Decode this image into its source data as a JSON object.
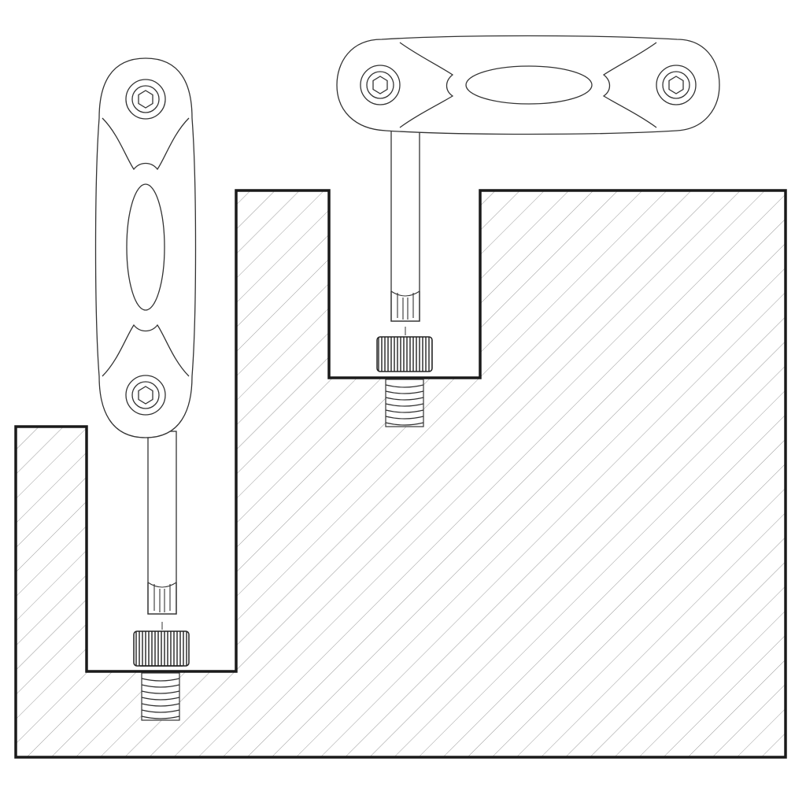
{
  "figure": {
    "description_text": "",
    "colors": {
      "line": "#1a1a1a",
      "hatch": "#9a9a9a",
      "background": "#ffffff"
    },
    "elements": {
      "workpiece": "hatched-section-block",
      "tools": [
        "t-handle-torx-key-vertical",
        "t-handle-torx-key-horizontal"
      ],
      "fasteners": [
        "socket-head-cap-screw",
        "socket-head-cap-screw"
      ]
    }
  }
}
